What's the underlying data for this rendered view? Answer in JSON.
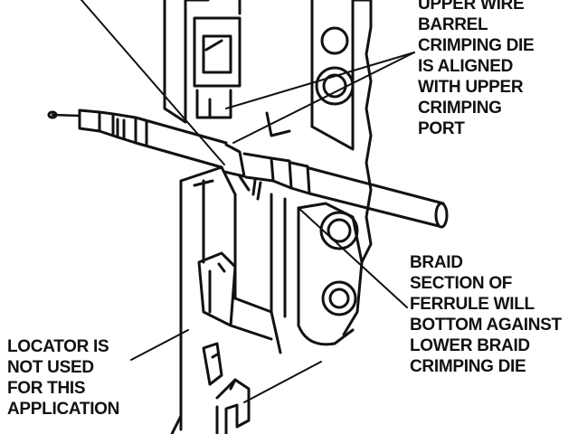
{
  "callouts": {
    "upper_die": [
      "UPPER WIRE",
      "BARREL",
      "CRIMPING DIE",
      "IS ALIGNED",
      "WITH UPPER",
      "CRIMPING",
      "PORT"
    ],
    "braid": [
      "BRAID",
      "SECTION OF",
      "FERRULE WILL",
      "BOTTOM AGAINST",
      "LOWER BRAID",
      "CRIMPING DIE"
    ],
    "locator": [
      "LOCATOR IS",
      "NOT USED",
      "FOR THIS",
      "APPLICATION"
    ]
  },
  "colors": {
    "ink": "#111111",
    "paper": "#ffffff"
  }
}
